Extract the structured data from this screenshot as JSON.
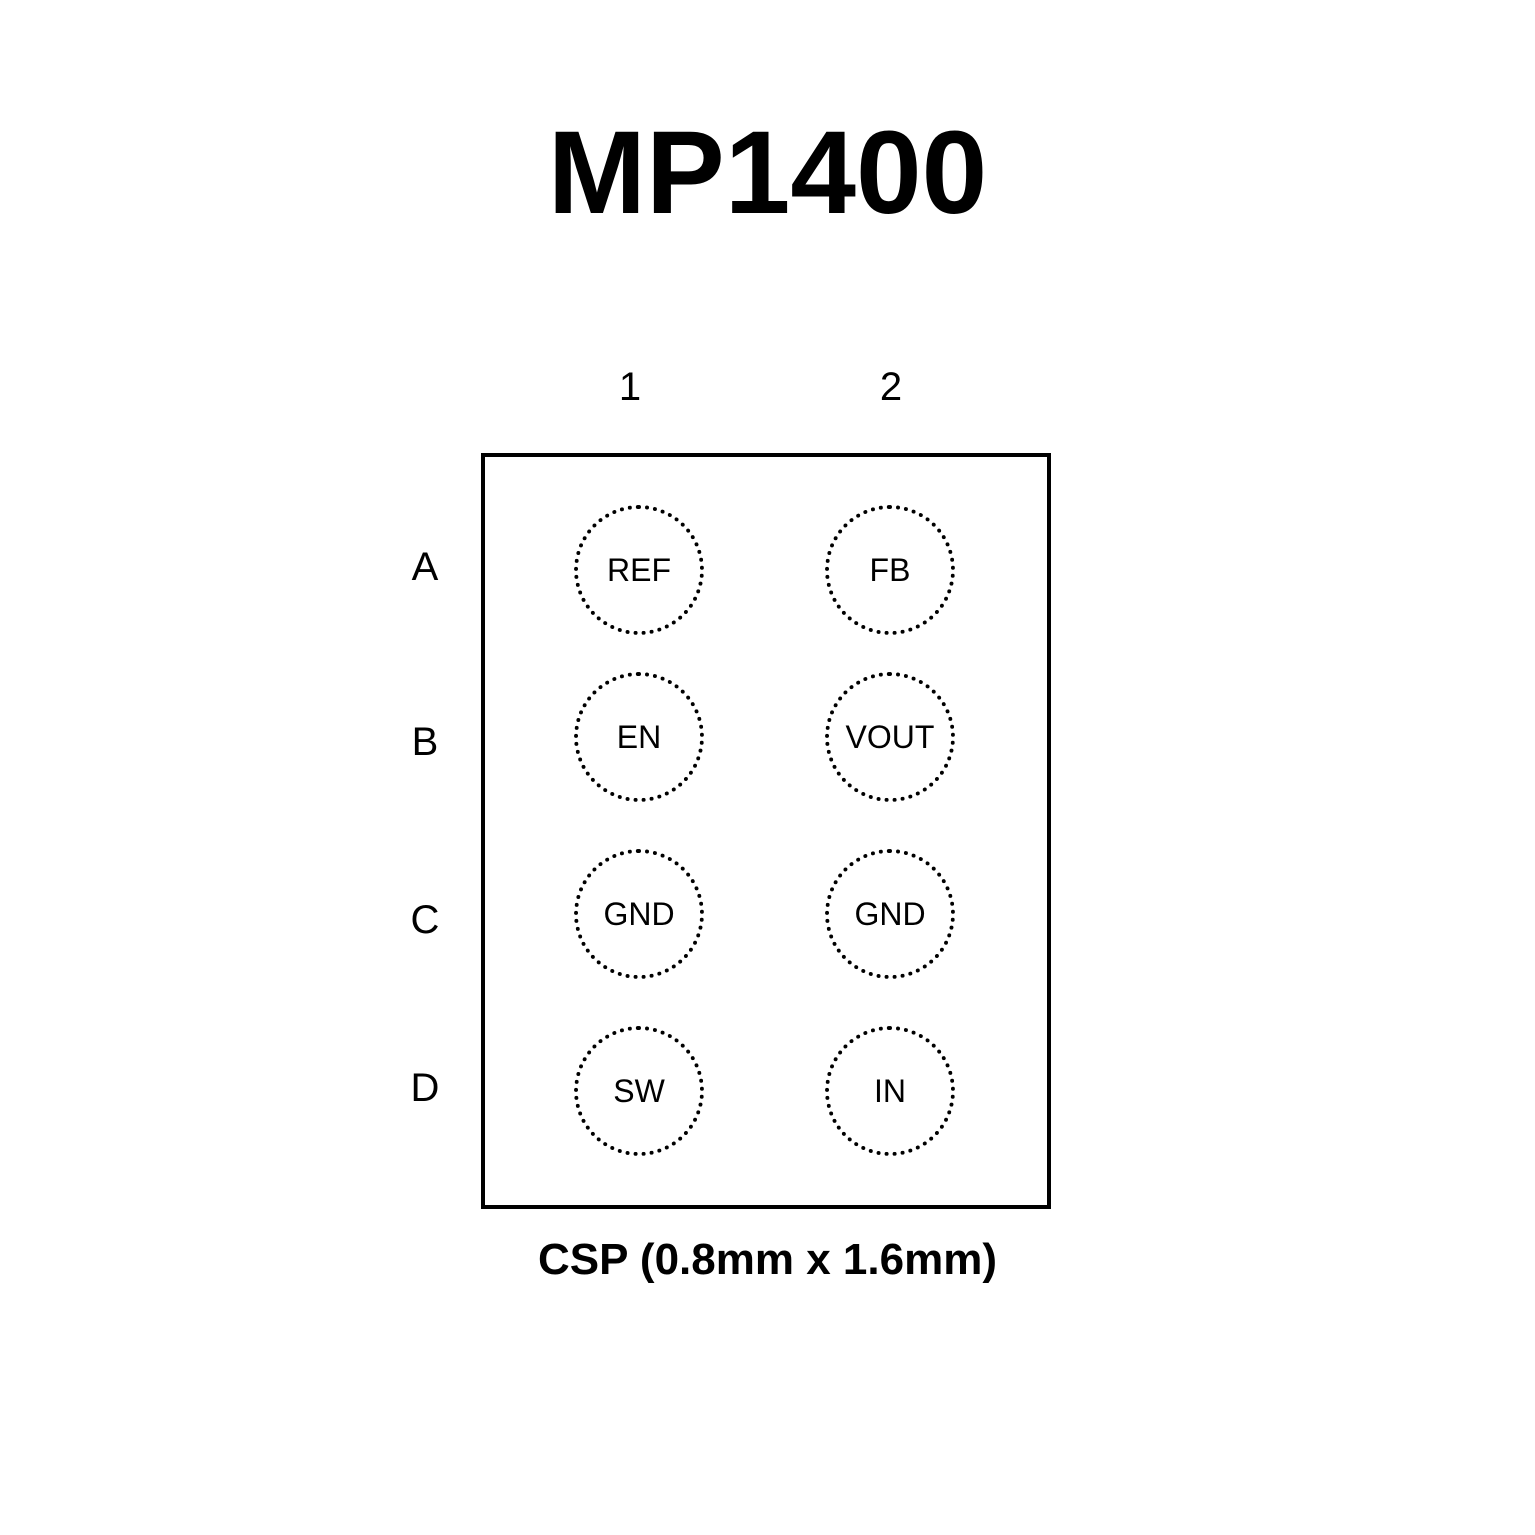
{
  "title": "MP1400",
  "columns": [
    "1",
    "2"
  ],
  "rows": [
    "A",
    "B",
    "C",
    "D"
  ],
  "pins": [
    [
      "REF",
      "FB"
    ],
    [
      "EN",
      "VOUT"
    ],
    [
      "GND",
      "GND"
    ],
    [
      "SW",
      "IN"
    ]
  ],
  "caption": "CSP (0.8mm x 1.6mm)"
}
